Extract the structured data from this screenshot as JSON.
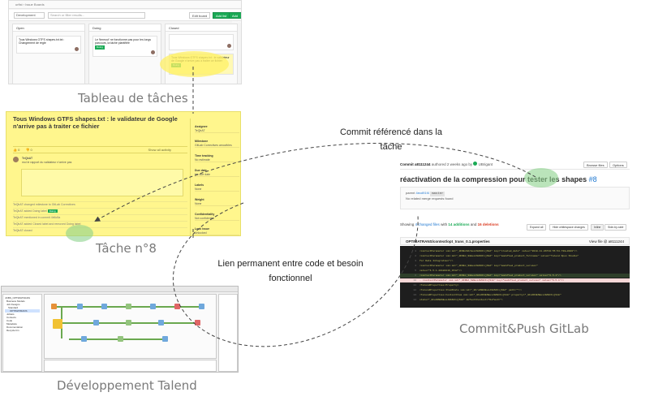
{
  "captions": {
    "board": "Tableau de tâches",
    "issue": "Tâche n°8",
    "talend": "Développement Talend",
    "gitlab": "Commit&Push GitLab"
  },
  "arrows": {
    "commit_referenced": "Commit référencé dans la tâche",
    "permanent_link_line1": "Lien permanent entre code et besoin",
    "permanent_link_line2": "fonctionnel"
  },
  "board": {
    "breadcrumb": "urfist  ›  Issue Boards",
    "select": "Development",
    "search_placeholder": "Search or filter results...",
    "btn_edit": "Edit board",
    "btn_add": "Add list",
    "btn_add_issues": "Add issues",
    "columns": [
      {
        "name": "Open"
      },
      {
        "name": "Doing"
      },
      {
        "name": "Closed"
      }
    ],
    "card_open": "Tous Windows GTFS shapes.txt.txt : Changement de règle",
    "card_doing": "Le 'timeout' ne fonctionne pas pour les longs parcours, la tâche plantifiée",
    "card_closed_1": "Tous Windows GTFS shapes.txt : le validateur de Google n'arrive pas à traiter ce fichier",
    "card_tag": "Doing"
  },
  "issue": {
    "title": "Tous Windows GTFS shapes.txt : le validateur de Google n'arrive pas à traiter ce fichier",
    "toolbar": "Show all activity",
    "comment_author": "TeQbAT",
    "comment_text": "moi le rapport du validateur n'arrive pas",
    "sidebar": [
      {
        "label": "Assignee",
        "value": "TeQbAT"
      },
      {
        "label": "Milestone",
        "value": "GitLab Correctives amovibles"
      },
      {
        "label": "Time tracking",
        "value": "No estimate"
      },
      {
        "label": "Due date",
        "value": "No due date"
      },
      {
        "label": "Labels",
        "value": "None"
      },
      {
        "label": "Weight",
        "value": "None"
      },
      {
        "label": "Confidentiality",
        "value": "Not confidential"
      },
      {
        "label": "Lock issue",
        "value": "Unlocked"
      }
    ],
    "activity_lines": [
      "TeQbAT changed milestone to GitLab Correctives",
      "TeQbAT added Doing label",
      "TeQbAT mentioned in commit 4b6c5a",
      "TeQbAT added Closed label and removed Doing label",
      "TeQbAT closed"
    ],
    "pill": "Doing"
  },
  "talend": {
    "tree": [
      "JOBS_OPTIMATRANS",
      "Business Models",
      "Job Designs",
      "Standard",
      "OPTIMATRANS",
      "Joblets",
      "Contexts",
      "Code",
      "Metadata",
      "Documentation",
      "Recycle bin"
    ]
  },
  "commit": {
    "header_label": "Commit",
    "hash": "a8111244",
    "authored": "authored 2 weeks ago by",
    "author": "UBrigant",
    "btn_browse": "Browse files",
    "btn_options": "Options",
    "title": "réactivation de la compression pour tester les shapes",
    "issue_ref": "#8",
    "parent_label": "parent",
    "parent_hash": "4ecd91f4",
    "branch": "master",
    "mr_note": "No related merge requests found",
    "stats_prefix": "Showing",
    "changed": "4 changed files",
    "with": "with",
    "additions": "14 additions",
    "and": "and",
    "deletions": "16 deletions",
    "view_buttons": [
      "Expand all",
      "Hide whitespace changes",
      "Inline",
      "Side-by-side"
    ],
    "file": "OPTIMATRANS/context/opt_trans_0.1.properties",
    "view_file": "View file @ a8111244",
    "code_lines": [
      {
        "n": "1",
        "t": "<contextParameter xmi:id=\"_0FREJ3ArEeiJ9ASCFxjS1A\" key=\"created_date\" value=\"2018-11-06T10:55:54.730+0100\"/>"
      },
      {
        "n": "2",
        "t": "<contextParameter xmi:id=\"_0FREJ_S8EeiJ9ASCFxjS1A\" key=\"modified_product_fullname\" value=\"Talend Open Studio\""
      },
      {
        "n": "3",
        "t": "for Data Integration\"/>"
      },
      {
        "n": "4",
        "t": "<contextParameter xmi:id=\"_0FREJ_S8EeiJ9ASCFxjS1A\" key=\"modified_product_version\""
      },
      {
        "n": "5",
        "t": "value=\"6.5.1.20180116_1512\"/>"
      },
      {
        "n": "6",
        "t": "<contextParameter xmi:id=\"_0FREJ_S8EeiJ9ASCFxjS1A\" key=\"modified_product_version\" value=\"6.5.1\"/>"
      },
      {
        "n": "10",
        "t": "- <contextParameter xmi:id=\"_0FREJ_S8EeiJ9ASCFxjS1A\" key=\"modified_product_version\" value=\"6.5.1\"/>"
      },
      {
        "n": "11",
        "t": "<TalendProperties:Property>"
      },
      {
        "n": "12",
        "t": "<TalendProperties:ItemState xmi:id=\"_0FreR9ESEeiJ9ASCFxjS1A\" path=\"\"/>"
      },
      {
        "n": "13",
        "t": "<TalendProperties:ContextItem xmi:id=\"_0FeFR3ESEeiJ9ASCFxjS1A\" property=\"_0FeFR3ESEeiJ9ASCFxjS1A\""
      },
      {
        "n": "14",
        "t": "state=\"_0FeFR9ESEeiJ9ASCFxjS1A\" defaultContext=\"Default\">"
      }
    ]
  },
  "colors": {
    "issue_bg": "#fff68d",
    "gitlab_green": "#1aaa55",
    "gitlab_blue": "#1f78d1",
    "highlight_yellow": "#fff064",
    "highlight_green": "#8cd28c"
  }
}
